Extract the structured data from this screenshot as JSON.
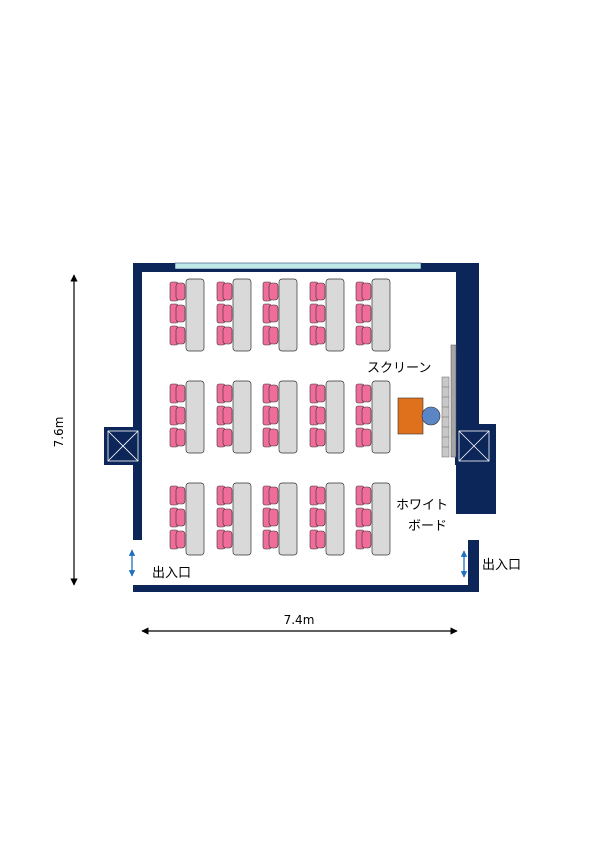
{
  "dimensions": {
    "height_label": "7.6m",
    "width_label": "7.4m"
  },
  "labels": {
    "screen": "スクリーン",
    "whiteboard_line1": "ホワイト",
    "whiteboard_line2": "ボード",
    "entrance_left": "出入口",
    "entrance_right": "出入口"
  },
  "layout": {
    "table_rows": 3,
    "tables_per_row": 5,
    "chairs_per_table": 3
  },
  "colors": {
    "wall": "#0d2659",
    "floor": "#ffffff",
    "window": "#bfe9e9",
    "chair": "#f06d9b",
    "table": "#d9d9d9",
    "podium": "#e0711c",
    "speaker": "#5b86c6",
    "screen": "#a6a6a6",
    "door_arrow": "#1f6fc0",
    "dimension_line": "#000000"
  },
  "icons": {
    "pillar": "pillar-x-icon",
    "door": "double-arrow-icon"
  }
}
